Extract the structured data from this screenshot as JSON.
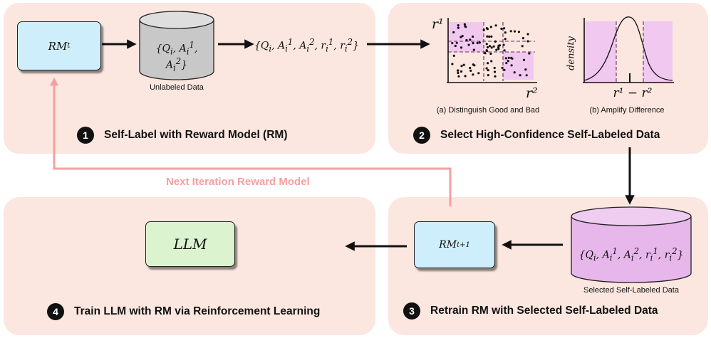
{
  "steps": [
    {
      "num": "1",
      "label": "Self-Label with Reward Model (RM)"
    },
    {
      "num": "2",
      "label": "Select High-Confidence Self-Labeled Data"
    },
    {
      "num": "3",
      "label": "Retrain RM with Selected Self-Labeled Data"
    },
    {
      "num": "4",
      "label": "Train LLM with RM via Reinforcement Learning"
    }
  ],
  "nodes": {
    "rm_t": {
      "base": "RM",
      "sub": "t"
    },
    "rm_next": {
      "base": "RM",
      "sub": "t+1"
    },
    "llm": "LLM",
    "unlabeled_caption": "Unlabeled Data",
    "selected_caption": "Selected Self-Labeled Data"
  },
  "feedback_label": "Next Iteration Reward Model",
  "plots": {
    "scatter_caption": "(a) Distinguish Good and Bad",
    "scatter_ylabel": "r¹",
    "scatter_xlabel": "r²",
    "density_caption": "(b) Amplify Difference",
    "density_ylabel": "density",
    "density_xlabel": "r¹ − r²"
  },
  "colors": {
    "panel": "#fbe7df",
    "rm_box": "#cfeefb",
    "llm_box": "#dcf3d0",
    "cylinder_gray": "#c8c8c8",
    "cylinder_pink": "#e7b6ea",
    "highlight": "#f1c8ef",
    "feedback": "#f4a0a2"
  }
}
